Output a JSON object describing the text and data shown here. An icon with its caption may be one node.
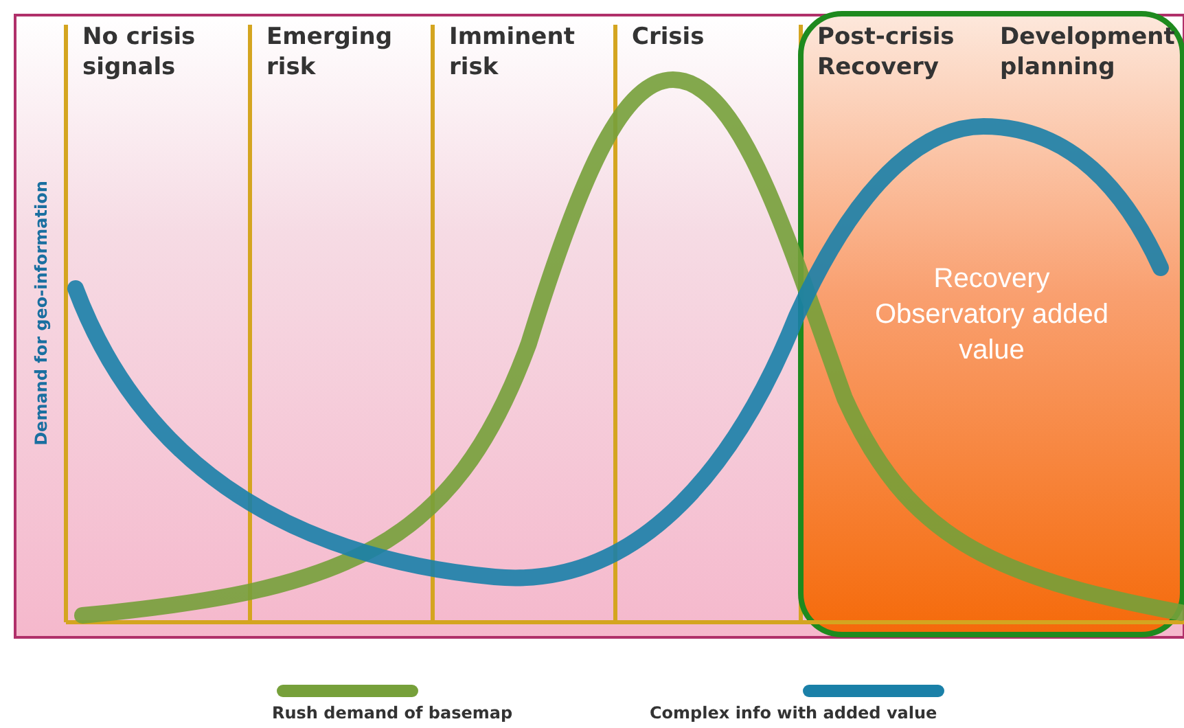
{
  "diagram": {
    "nodes": [
      {
        "text": [
          "Recovery Observatory added value"
        ]
      }
    ],
    "edges": [],
    "labels": [
      "No crisis signals",
      "Emerging risk",
      "Imminent risk",
      "Crisis",
      "Post-crisis Recovery",
      "Development planning",
      "Demand for geo-information"
    ],
    "legend": [
      {
        "text": "Rush demand of basemap"
      },
      {
        "text": "Complex info with added value"
      }
    ]
  }
}
